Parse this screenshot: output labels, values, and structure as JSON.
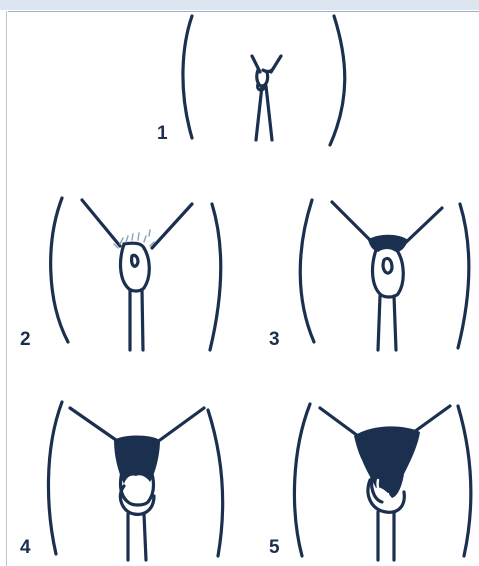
{
  "colors": {
    "ink": "#1b2f4f",
    "hair": "#1b2f4f",
    "hair_light": "#8ea0b6",
    "top_band": "#dde6f0",
    "border": "#9eb0c4"
  },
  "stages": [
    {
      "label": "1"
    },
    {
      "label": "2"
    },
    {
      "label": "3"
    },
    {
      "label": "4"
    },
    {
      "label": "5"
    }
  ]
}
